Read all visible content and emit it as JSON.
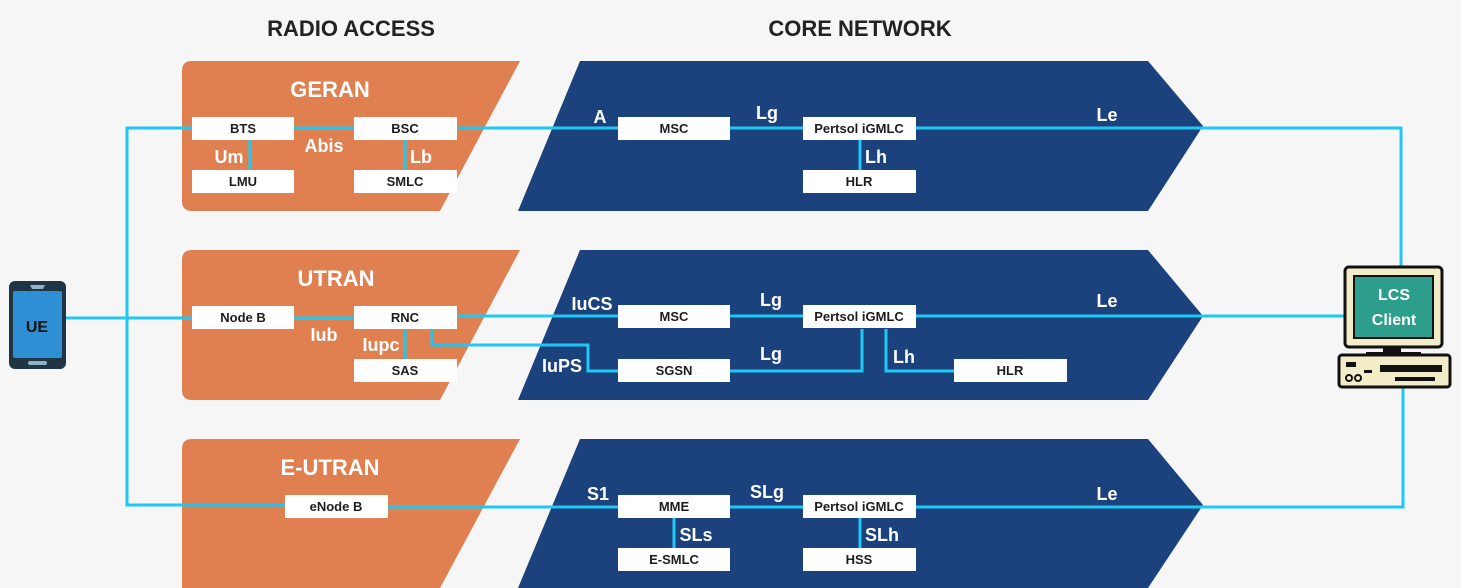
{
  "headers": {
    "radio_access": "RADIO ACCESS",
    "core_network": "CORE NETWORK"
  },
  "ue": {
    "label": "UE"
  },
  "lcs_client": {
    "line1": "LCS",
    "line2": "Client"
  },
  "geran": {
    "title": "GERAN",
    "nodes": {
      "bts": "BTS",
      "bsc": "BSC",
      "lmu": "LMU",
      "smlc": "SMLC"
    },
    "ifaces": {
      "um": "Um",
      "abis": "Abis",
      "lb": "Lb"
    }
  },
  "utran": {
    "title": "UTRAN",
    "nodes": {
      "nodeb": "Node B",
      "rnc": "RNC",
      "sas": "SAS"
    },
    "ifaces": {
      "iub": "Iub",
      "iupc": "Iupc"
    }
  },
  "eutran": {
    "title": "E-UTRAN",
    "nodes": {
      "enodeb": "eNode B"
    }
  },
  "core_geran": {
    "nodes": {
      "msc": "MSC",
      "gmlc": "Pertsol iGMLC",
      "hlr": "HLR"
    },
    "ifaces": {
      "a": "A",
      "lg": "Lg",
      "lh": "Lh",
      "le": "Le"
    }
  },
  "core_utran": {
    "nodes": {
      "msc": "MSC",
      "gmlc": "Pertsol iGMLC",
      "sgsn": "SGSN",
      "hlr": "HLR"
    },
    "ifaces": {
      "iucs": "IuCS",
      "iups": "IuPS",
      "lg1": "Lg",
      "lg2": "Lg",
      "lh": "Lh",
      "le": "Le"
    }
  },
  "core_eutran": {
    "nodes": {
      "mme": "MME",
      "gmlc": "Pertsol iGMLC",
      "esmlc": "E-SMLC",
      "hss": "HSS"
    },
    "ifaces": {
      "s1": "S1",
      "slg": "SLg",
      "sls": "SLs",
      "slh": "SLh",
      "le": "Le"
    }
  },
  "colors": {
    "radio_band": "#e07f50",
    "core_band": "#1c427e",
    "link": "#1ec8f2",
    "background": "#f6f6f6"
  }
}
